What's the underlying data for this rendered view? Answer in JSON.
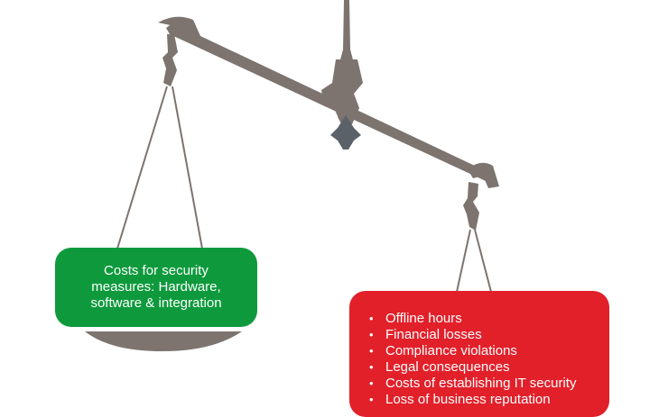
{
  "colors": {
    "metal": "#7d746f",
    "knob": "#5b6168",
    "green_panel": "#0e9a3c",
    "red_panel": "#e2202a",
    "text": "#ffffff"
  },
  "left_panel": {
    "lines": [
      "Costs for security",
      "measures: Hardware,",
      "software & integration"
    ]
  },
  "right_panel": {
    "items": [
      "Offline hours",
      "Financial losses",
      "Compliance violations",
      "Legal consequences",
      "Costs of establishing IT security",
      "Loss of business reputation"
    ]
  }
}
